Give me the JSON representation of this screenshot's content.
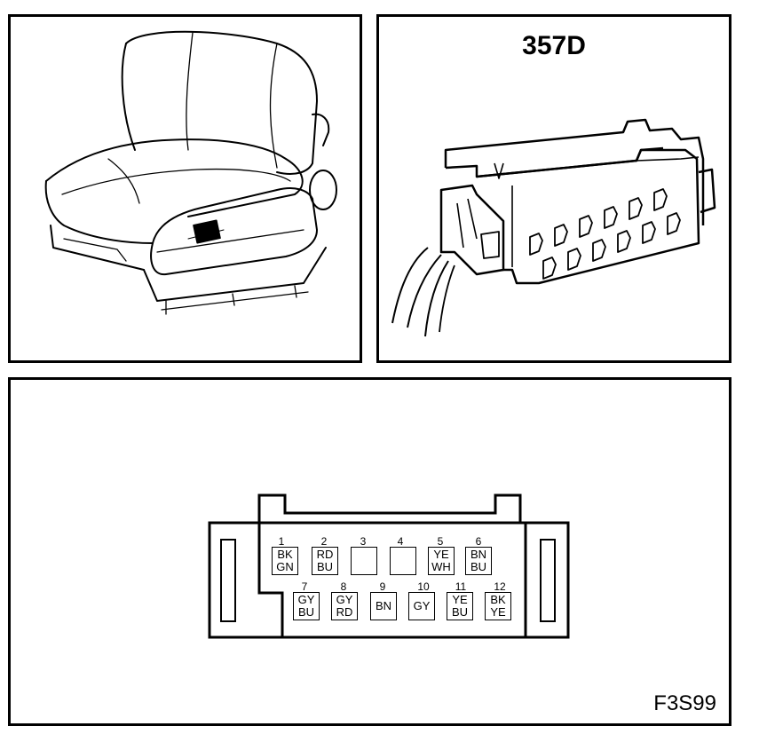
{
  "connector_title": "357D",
  "figure_id": "F3S99",
  "pins": [
    {
      "num": "1",
      "colors": [
        "BK",
        "GN"
      ]
    },
    {
      "num": "2",
      "colors": [
        "RD",
        "BU"
      ]
    },
    {
      "num": "3",
      "colors": []
    },
    {
      "num": "4",
      "colors": []
    },
    {
      "num": "5",
      "colors": [
        "YE",
        "WH"
      ]
    },
    {
      "num": "6",
      "colors": [
        "BN",
        "BU"
      ]
    },
    {
      "num": "7",
      "colors": [
        "GY",
        "BU"
      ]
    },
    {
      "num": "8",
      "colors": [
        "GY",
        "RD"
      ]
    },
    {
      "num": "9",
      "colors": [
        "BN"
      ]
    },
    {
      "num": "10",
      "colors": [
        "GY"
      ]
    },
    {
      "num": "11",
      "colors": [
        "YE",
        "BU"
      ]
    },
    {
      "num": "12",
      "colors": [
        "BK",
        "YE"
      ]
    }
  ]
}
